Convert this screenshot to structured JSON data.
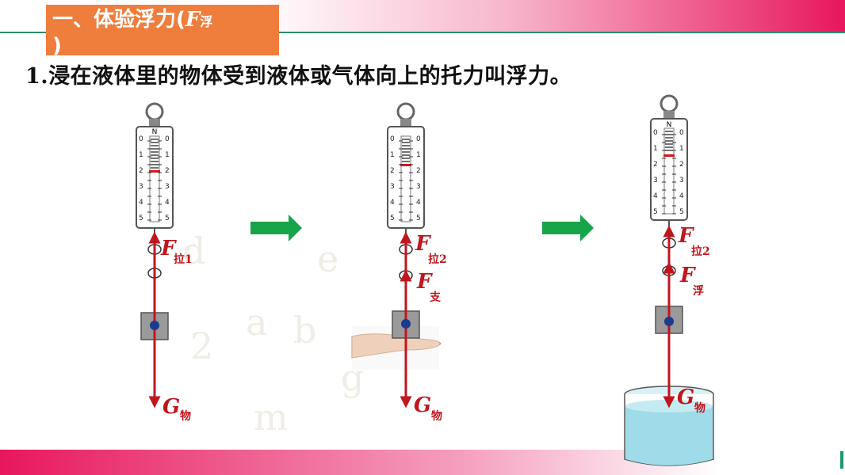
{
  "title": {
    "text": "一、体验浮力(",
    "symbol": "F",
    "subscript": "浮",
    "close": ")"
  },
  "definition": {
    "number": "1.",
    "text": "浸在液体里的物体受到液体或气体向上的托力叫浮力。"
  },
  "scale_ticks": [
    "0",
    "1",
    "2",
    "3",
    "4",
    "5"
  ],
  "scale_unit": "N",
  "watermark_letters": [
    "d",
    "e",
    "a",
    "b",
    "2",
    "g",
    "m"
  ],
  "forces": {
    "f_main": "F",
    "g_main": "G",
    "pull1_sub": "拉1",
    "pull2_sub": "拉2",
    "support_sub": "支",
    "buoyancy_sub": "浮",
    "weight_sub": "物"
  },
  "colors": {
    "force_arrow": "#c0161d",
    "transition_arrow": "#17a54a",
    "title_bg": "#ef7d3c",
    "water": "#9fdbe8"
  }
}
